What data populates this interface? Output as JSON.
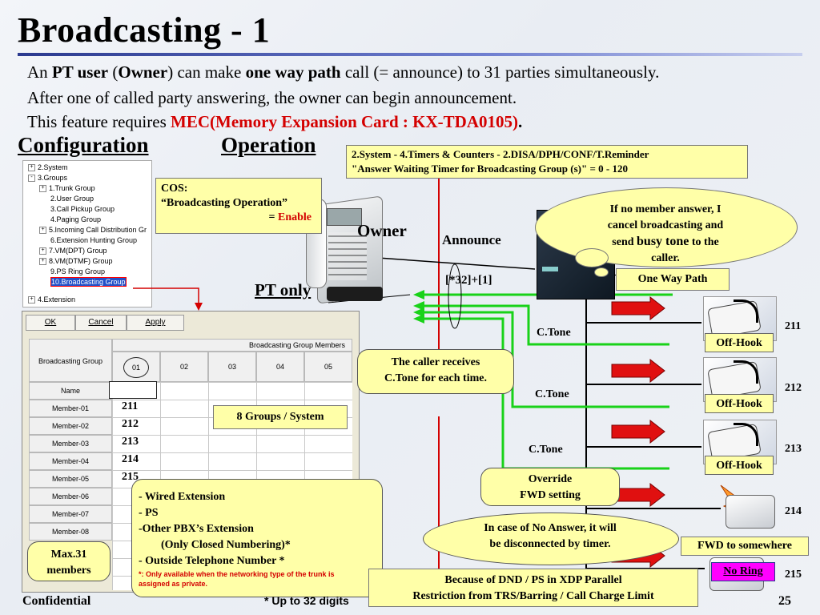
{
  "title": "Broadcasting - 1",
  "intro": {
    "line1_pre": "An ",
    "line1_bold1": "PT user",
    "line1_mid1": " (",
    "line1_bold2": "Owner",
    "line1_mid2": ") can make ",
    "line1_bold3": "one way path",
    "line1_post": " call (= announce) to 31 parties simultaneously.",
    "line2": "After one of called party answering, the owner can begin announcement.",
    "line3_pre": "This feature requires ",
    "line3_red": "MEC(Memory Expansion Card : KX-TDA0105)",
    "line3_post": "."
  },
  "sections": {
    "configuration": "Configuration",
    "operation": "Operation"
  },
  "tree": {
    "items": [
      {
        "pm": "+",
        "label": "2.System"
      },
      {
        "pm": "-",
        "label": "3.Groups"
      },
      {
        "pm": "+",
        "label": "1.Trunk Group"
      },
      {
        "pm": "",
        "label": "2.User Group"
      },
      {
        "pm": "",
        "label": "3.Call Pickup Group"
      },
      {
        "pm": "",
        "label": "4.Paging Group"
      },
      {
        "pm": "+",
        "label": "5.Incoming Call Distribution Gr"
      },
      {
        "pm": "",
        "label": "6.Extension Hunting Group"
      },
      {
        "pm": "+",
        "label": "7.VM(DPT) Group"
      },
      {
        "pm": "+",
        "label": "8.VM(DTMF) Group"
      },
      {
        "pm": "",
        "label": "9.PS Ring Group"
      },
      {
        "pm": "",
        "label": "10.Broadcasting Group"
      },
      {
        "pm": "+",
        "label": "4.Extension"
      }
    ]
  },
  "panel": {
    "ok": "OK",
    "cancel": "Cancel",
    "apply": "Apply",
    "members_header": "Broadcasting Group Members",
    "group_label": "Broadcasting Group",
    "columns": [
      "01",
      "02",
      "03",
      "04",
      "05"
    ],
    "rows": [
      "Name",
      "Member-01",
      "Member-02",
      "Member-03",
      "Member-04",
      "Member-05",
      "Member-06",
      "Member-07",
      "Member-08"
    ],
    "values": [
      "211",
      "212",
      "213",
      "214",
      "215"
    ]
  },
  "cos": {
    "line1": "COS:",
    "line2": "“Broadcasting Operation”",
    "line3_pre": "= ",
    "line3_red": "Enable"
  },
  "owner_label": "Owner",
  "pt_only": "PT only",
  "announce": "Announce",
  "dial": "[*32]+[1]",
  "timer_box": {
    "line1": "2.System - 4.Timers & Counters - 2.DISA/DPH/CONF/T.Reminder",
    "line2": "\"Answer Waiting Timer for Broadcasting Group (s)\" = 0 - 120"
  },
  "cloud": {
    "line1": "If no member answer, I",
    "line2": "cancel broadcasting and",
    "line3_pre": "send ",
    "line3_bold": "busy tone",
    "line3_post": "  to the",
    "line4": "caller."
  },
  "one_way": "One Way Path",
  "ctone": "C.Tone",
  "caller_receives": {
    "line1": "The caller receives",
    "line2": "C.Tone for each time."
  },
  "groups_box": "8 Groups / System",
  "member_types": {
    "l1": "- Wired Extension",
    "l2": "- PS",
    "l3": "-Other PBX’s Extension",
    "l4": "(Only Closed Numbering)*",
    "l5": "- Outside Telephone Number *",
    "note": "*: Only available when the networking type of the trunk is assigned as private."
  },
  "max31": {
    "line1": "Max.31",
    "line2": "members"
  },
  "up_to_32": "* Up to 32 digits",
  "override": {
    "line1": "Override",
    "line2": "FWD setting"
  },
  "no_answer": {
    "line1": "In case of No Answer, it will",
    "line2": "be disconnected by timer."
  },
  "because": {
    "line1": "Because of   DND  /  PS in XDP Parallel",
    "line2": "Restriction from TRS/Barring  / Call Charge Limit"
  },
  "offhook": "Off-Hook",
  "fwd_somewhere": "FWD to somewhere",
  "no_ring": "No Ring",
  "extensions": [
    "211",
    "212",
    "213",
    "214",
    "215"
  ],
  "footer": {
    "left": "Confidential",
    "page": "25"
  },
  "colors": {
    "red": "#d40000",
    "green": "#19d219",
    "yellow": "#ffffa8",
    "no_ring_bg": "#ff00ff"
  }
}
